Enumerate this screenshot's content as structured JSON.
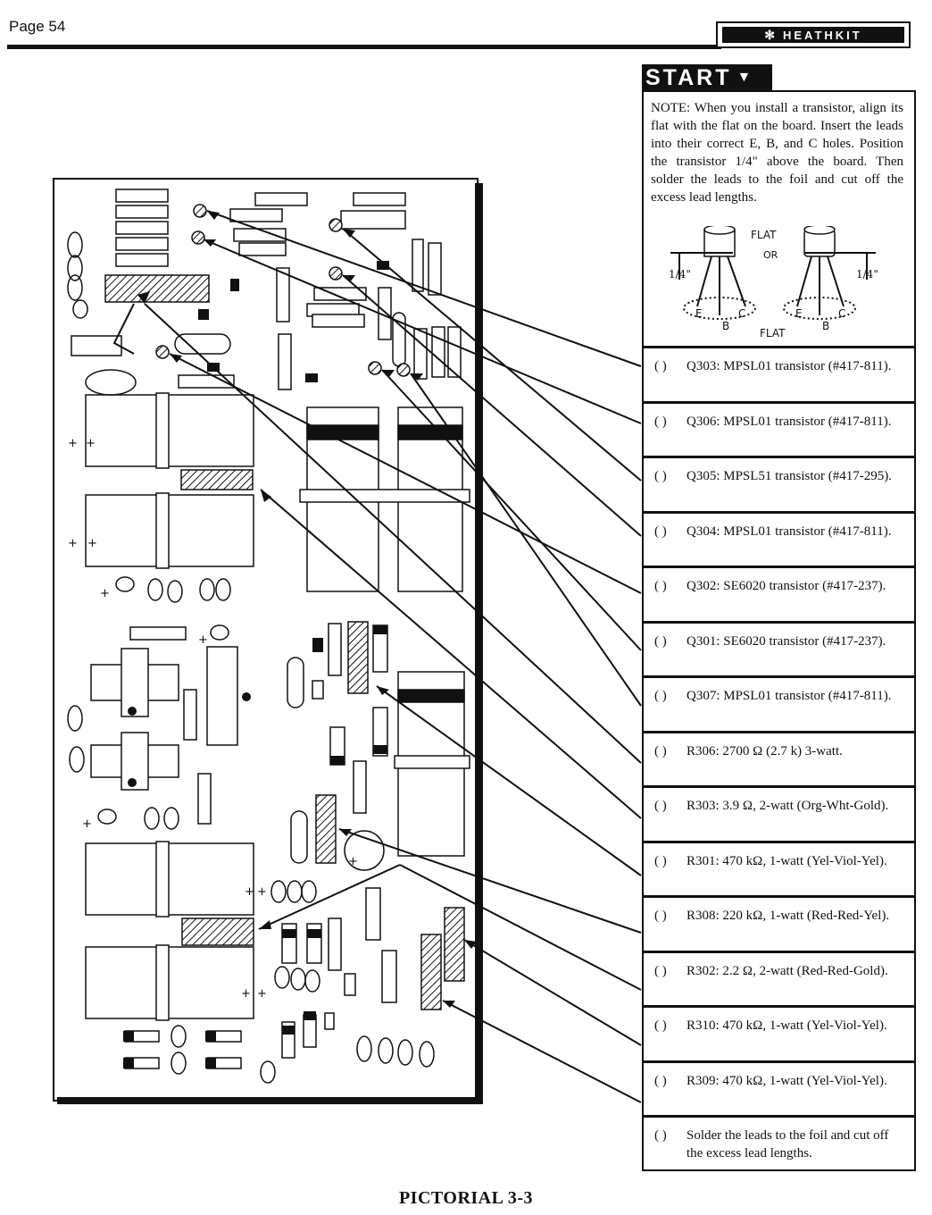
{
  "page_label": "Page 54",
  "brand": "HEATHKIT",
  "start_label": "START",
  "note": "NOTE: When you install a transistor, align its flat with the flat on the board. Insert the leads into their correct E, B, and C holes. Position the transistor 1/4\" above the board. Then solder the leads to the foil and cut off the excess lead lengths.",
  "transistor_figure": {
    "flat_top": "FLAT",
    "or": "OR",
    "quarter_left": "1/4\"",
    "quarter_right": "1/4\"",
    "flat_bottom": "FLAT",
    "lead_e": "E",
    "lead_b": "B",
    "lead_c": "C"
  },
  "steps": [
    {
      "check": "( )",
      "text": "Q303: MPSL01 transistor (#417-811)."
    },
    {
      "check": "( )",
      "text": "Q306: MPSL01 transistor (#417-811)."
    },
    {
      "check": "( )",
      "text": "Q305: MPSL51 transistor (#417-295)."
    },
    {
      "check": "( )",
      "text": "Q304: MPSL01 transistor (#417-811)."
    },
    {
      "check": "( )",
      "text": "Q302: SE6020 transistor (#417-237)."
    },
    {
      "check": "( )",
      "text": "Q301: SE6020 transistor (#417-237)."
    },
    {
      "check": "( )",
      "text": "Q307: MPSL01 transistor (#417-811)."
    },
    {
      "check": "( )",
      "text": "R306: 2700 Ω (2.7 k) 3-watt."
    },
    {
      "check": "( )",
      "text": "R303: 3.9 Ω, 2-watt (Org-Wht-Gold)."
    },
    {
      "check": "( )",
      "text": "R301: 470 kΩ, 1-watt (Yel-Viol-Yel)."
    },
    {
      "check": "( )",
      "text": "R308: 220 kΩ, 1-watt (Red-Red-Yel)."
    },
    {
      "check": "( )",
      "text": "R302: 2.2 Ω, 2-watt (Red-Red-Gold)."
    },
    {
      "check": "( )",
      "text": "R310: 470 kΩ, 1-watt (Yel-Viol-Yel)."
    },
    {
      "check": "( )",
      "text": "R309: 470 kΩ, 1-watt (Yel-Viol-Yel)."
    },
    {
      "check": "( )",
      "text": "Solder the leads to the foil and cut off the excess lead lengths."
    }
  ],
  "caption": "PICTORIAL 3-3"
}
